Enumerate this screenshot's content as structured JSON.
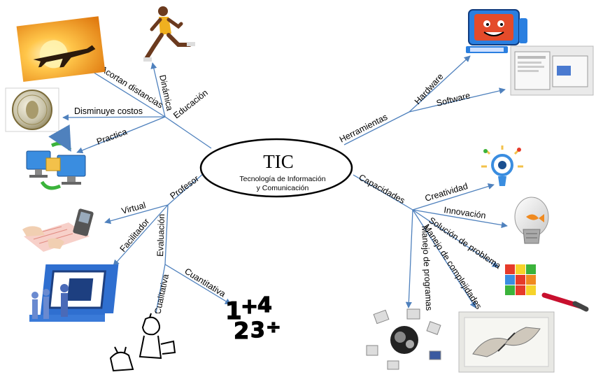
{
  "center": {
    "title": "TIC",
    "subtitle_line1": "Tecnología de Información",
    "subtitle_line2": "y Comunicación"
  },
  "branches": {
    "educacion": "Educación",
    "dinamica": "Dinámica",
    "acortan": "Acortan distancias",
    "disminuye": "Disminuye costos",
    "practica": "Practica",
    "herramientas": "Herramientas",
    "hardware": "Hardware",
    "software": "Software",
    "capacidades": "Capacidades",
    "creatividad": "Creatividad",
    "innovacion": "Innovación",
    "solucion": "Solución de problema",
    "manejo_complejidades": "Manejo de complejidades",
    "manejo_programas": "Manejo de programas",
    "profesor": "Profesor",
    "virtual": "Virtual",
    "facilitador": "Facilitador",
    "evaluacion": "Evaluación",
    "cualitativa": "Cualitativa",
    "cuantitativa": "Cuantitativa"
  },
  "colors": {
    "connector": "#4f81bd",
    "ellipse_stroke": "#000000",
    "title": "#2e5c9a"
  },
  "icons": [
    "airplane-icon",
    "runner-icon",
    "coin-icon",
    "sync-computers-icon",
    "virtual-keyboard-icon",
    "presenter-icon",
    "cartoon-writer-icon",
    "numbers-icon",
    "cartoon-computer-icon",
    "software-screens-icon",
    "creative-bulb-icon",
    "lightbulb-fish-icon",
    "rubik-cube-icon",
    "drawing-hands-icon",
    "programs-gears-icon"
  ]
}
